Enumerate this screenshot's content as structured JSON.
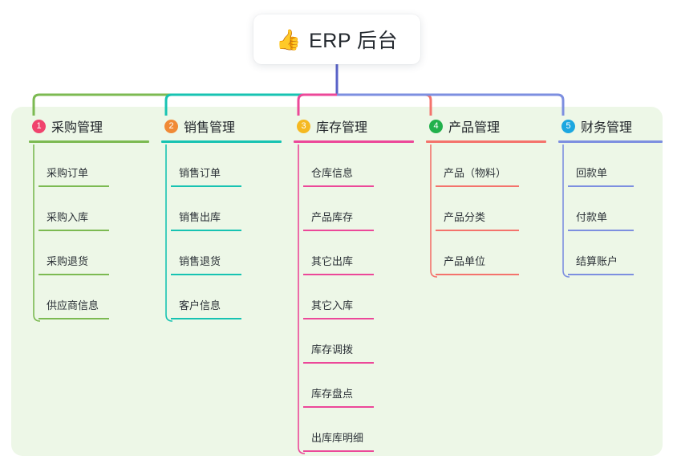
{
  "root": {
    "icon": "thumbs-up-icon",
    "emoji": "👍",
    "title": "ERP 后台",
    "link_color": "#5a63c8"
  },
  "panel": {
    "background": "#edf7e7"
  },
  "columns": [
    {
      "number": "1",
      "title": "采购管理",
      "badge_color": "#f0436d",
      "line_color": "#7cba52",
      "items": [
        {
          "label": "采购订单"
        },
        {
          "label": "采购入库"
        },
        {
          "label": "采购退货"
        },
        {
          "label": "供应商信息"
        }
      ]
    },
    {
      "number": "2",
      "title": "销售管理",
      "badge_color": "#f08a36",
      "line_color": "#17c3b2",
      "items": [
        {
          "label": "销售订单"
        },
        {
          "label": "销售出库"
        },
        {
          "label": "销售退货"
        },
        {
          "label": "客户信息"
        }
      ]
    },
    {
      "number": "3",
      "title": "库存管理",
      "badge_color": "#f5b921",
      "line_color": "#ec4899",
      "items": [
        {
          "label": "仓库信息"
        },
        {
          "label": "产品库存"
        },
        {
          "label": "其它出库"
        },
        {
          "label": "其它入库"
        },
        {
          "label": "库存调拨"
        },
        {
          "label": "库存盘点"
        },
        {
          "label": "出库库明细"
        }
      ]
    },
    {
      "number": "4",
      "title": "产品管理",
      "badge_color": "#22b14c",
      "line_color": "#f4736c",
      "items": [
        {
          "label": "产品（物料）"
        },
        {
          "label": "产品分类"
        },
        {
          "label": "产品单位"
        }
      ]
    },
    {
      "number": "5",
      "title": "财务管理",
      "badge_color": "#1ca7e0",
      "line_color": "#7d8fe0",
      "items": [
        {
          "label": "回款单"
        },
        {
          "label": "付款单"
        },
        {
          "label": "结算账户"
        }
      ]
    }
  ]
}
